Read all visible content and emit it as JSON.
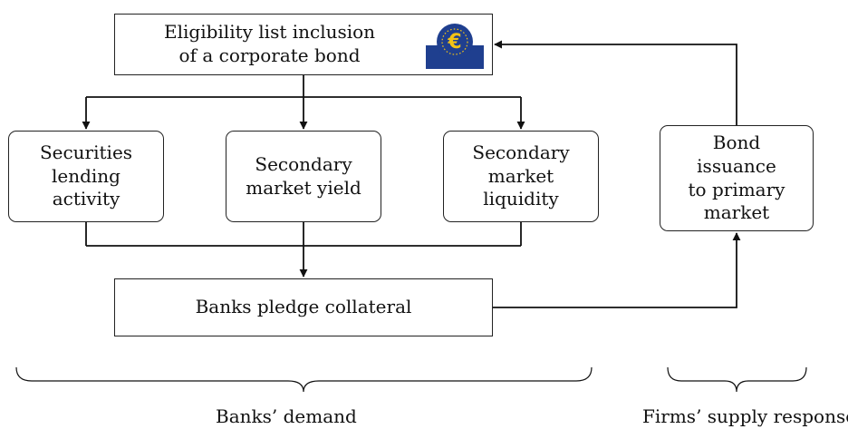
{
  "diagram": {
    "top": {
      "label": "Eligibility list inclusion\nof a corporate bond"
    },
    "logo": {
      "symbol": "€",
      "colors": {
        "navy": "#1f3f8f",
        "gold": "#f3c316"
      }
    },
    "middle": [
      {
        "id": "securities-lending",
        "label": "Securities\nlending\nactivity"
      },
      {
        "id": "secondary-yield",
        "label": "Secondary\nmarket yield"
      },
      {
        "id": "secondary-liquidity",
        "label": "Secondary\nmarket\nliquidity"
      }
    ],
    "bond": {
      "label": "Bond\nissuance\nto primary\nmarket"
    },
    "pledge": {
      "label": "Banks pledge collateral"
    },
    "captions": {
      "banks": "Banks’ demand",
      "firms": "Firms’ supply response"
    }
  }
}
